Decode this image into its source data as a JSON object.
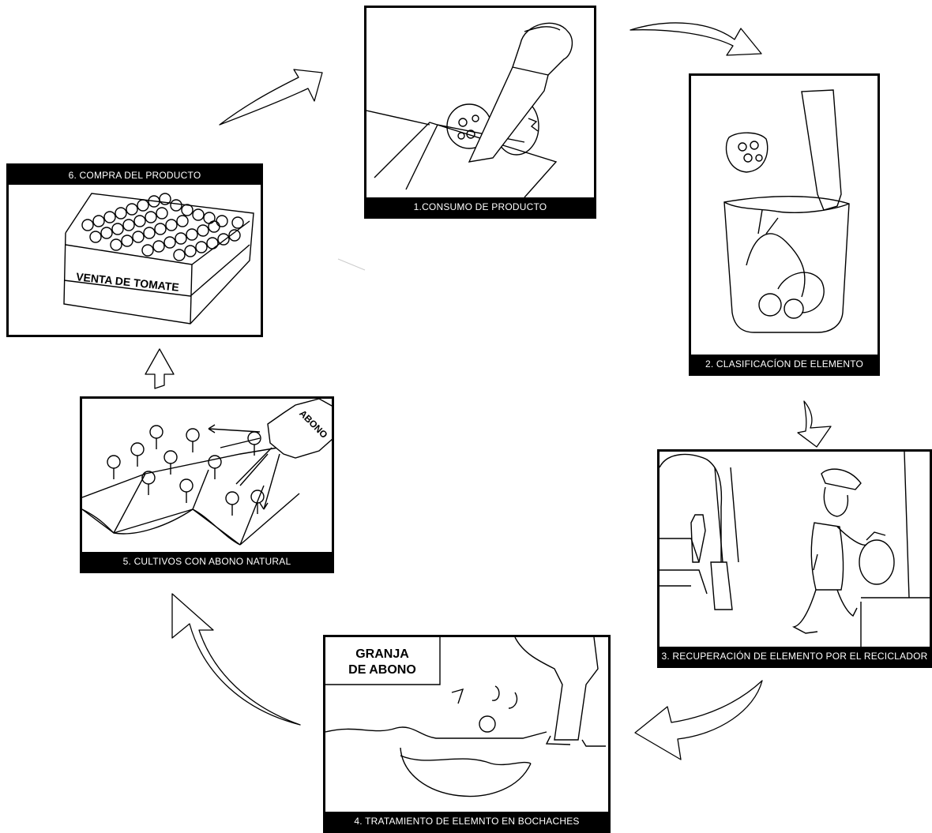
{
  "steps": [
    {
      "caption": "1.CONSUMO DE PRODUCTO"
    },
    {
      "caption": "2. CLASIFICACÍON DE ELEMENTO"
    },
    {
      "caption": "3. RECUPERACIÓN DE ELEMENTO POR EL RECICLADOR"
    },
    {
      "caption": "4. TRATAMIENTO DE ELEMNTO EN  BOCHACHES"
    },
    {
      "caption": "5.  CULTIVOS CON ABONO NATURAL"
    },
    {
      "caption": "6. COMPRA DEL PRODUCTO"
    }
  ],
  "signs": {
    "farm_line1": "GRANJA",
    "farm_line2": "DE  ABONO",
    "crate_label": "VENTA DE TOMATE",
    "bag_label": "ABONO"
  },
  "icons": [
    "cycle-arrow-icon",
    "knife-icon",
    "tomato-icon",
    "trash-bin-icon",
    "recycler-person-icon",
    "compost-pit-icon",
    "fertilizer-bag-icon",
    "tomato-crate-icon"
  ]
}
